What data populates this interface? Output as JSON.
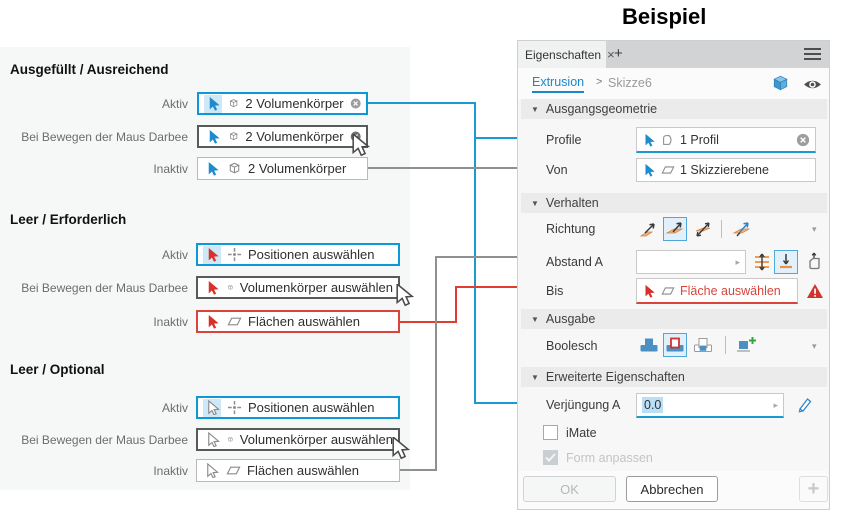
{
  "title": "Beispiel",
  "colors": {
    "accent_blue": "#0d99d6",
    "link_blue": "#1a87c9",
    "error_red": "#d9453c",
    "direction_orange": "#f0a76e",
    "boolean_blue": "#4a90c2",
    "connector_gray": "#909090"
  },
  "legend": {
    "sections": [
      {
        "heading": "Ausgefüllt / Ausreichend",
        "rows": [
          {
            "label": "Aktiv",
            "text": "2 Volumenkörper"
          },
          {
            "label": "Bei Bewegen der Maus Darbee",
            "text": "2 Volumenkörper"
          },
          {
            "label": "Inaktiv",
            "text": "2 Volumenkörper"
          }
        ]
      },
      {
        "heading": "Leer / Erforderlich",
        "rows": [
          {
            "label": "Aktiv",
            "text": "Positionen auswählen"
          },
          {
            "label": "Bei Bewegen der Maus Darbee",
            "text": "Volumenkörper auswählen"
          },
          {
            "label": "Inaktiv",
            "text": "Flächen auswählen"
          }
        ]
      },
      {
        "heading": "Leer / Optional",
        "rows": [
          {
            "label": "Aktiv",
            "text": "Positionen auswählen"
          },
          {
            "label": "Bei Bewegen der Maus Darbee",
            "text": "Volumenkörper auswählen"
          },
          {
            "label": "Inaktiv",
            "text": "Flächen auswählen"
          }
        ]
      }
    ]
  },
  "panel": {
    "tabs": {
      "active": "Eigenschaften",
      "close": "×",
      "add": "+"
    },
    "breadcrumb": {
      "current": "Extrusion",
      "separator": ">",
      "parent": "Skizze6"
    },
    "sections": {
      "ausgangsgeometrie": {
        "collapse": "▼",
        "title": "Ausgangsgeometrie",
        "profile_label": "Profile",
        "profile_value": "1 Profil",
        "von_label": "Von",
        "von_value": "1 Skizzierebene"
      },
      "verhalten": {
        "collapse": "▼",
        "title": "Verhalten",
        "richtung_label": "Richtung",
        "dropdown": "▾",
        "abstand_label": "Abstand A",
        "abstand_value": "",
        "spinner": "▸",
        "bis_label": "Bis",
        "bis_value": "Fläche auswählen"
      },
      "ausgabe": {
        "collapse": "▼",
        "title": "Ausgabe",
        "boolesch_label": "Boolesch",
        "dropdown": "▾"
      },
      "erweitert": {
        "collapse": "▼",
        "title": "Erweiterte Eigenschaften",
        "verjuengung_label": "Verjüngung A",
        "verjuengung_value": "0.0",
        "spinner": "▸",
        "imate_label": "iMate",
        "form_label": "Form anpassen"
      }
    },
    "buttons": {
      "ok": "OK",
      "cancel": "Abbrechen",
      "add": "+"
    }
  }
}
